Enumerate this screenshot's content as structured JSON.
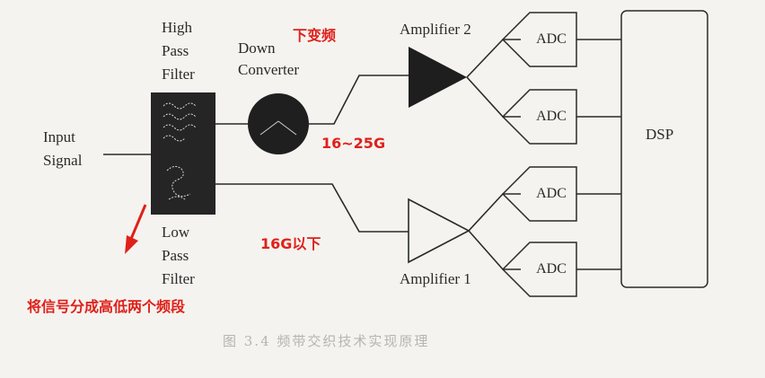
{
  "input_signal": [
    "Input",
    "Signal"
  ],
  "hpf_label": [
    "High",
    "Pass",
    "Filter"
  ],
  "lpf_label": [
    "Low",
    "Pass",
    "Filter"
  ],
  "down_converter": [
    "Down",
    "Converter"
  ],
  "amplifier_2": "Amplifier 2",
  "amplifier_1": "Amplifier 1",
  "adc": "ADC",
  "dsp": "DSP",
  "annotations": {
    "down_converter_cn": "下变频",
    "band_high": "16~25G",
    "band_low": "16G以下",
    "split_note": "将信号分成高低两个频段"
  },
  "caption": "图 3.4   频带交织技术实现原理",
  "colors": {
    "annotation": "#e0201a",
    "line": "#2a2a2a",
    "filter_block": "#252525"
  }
}
